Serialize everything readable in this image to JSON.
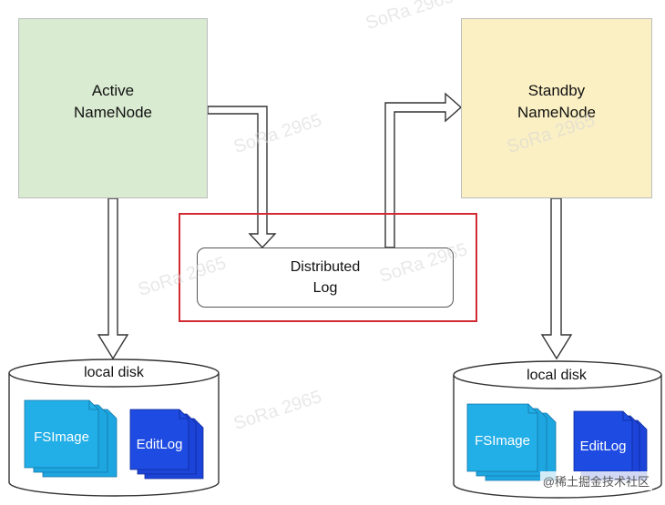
{
  "active_node": {
    "line1": "Active",
    "line2": "NameNode"
  },
  "standby_node": {
    "line1": "Standby",
    "line2": "NameNode"
  },
  "distributed_log": {
    "line1": "Distributed",
    "line2": "Log"
  },
  "left_disk": {
    "label": "local disk",
    "fsimage": "FSImage",
    "editlog": "EditLog"
  },
  "right_disk": {
    "label": "local disk",
    "fsimage": "FSImage",
    "editlog": "EditLog"
  },
  "watermark_text": "SoRa 2965",
  "site_credit": "@稀土掘金技术社区",
  "colors": {
    "active_fill": "#d9ebd1",
    "standby_fill": "#fbf0c4",
    "highlight_border": "#d22a32",
    "fsimage_fill": "#1ea6e0",
    "editlog_fill": "#1c44d8"
  }
}
